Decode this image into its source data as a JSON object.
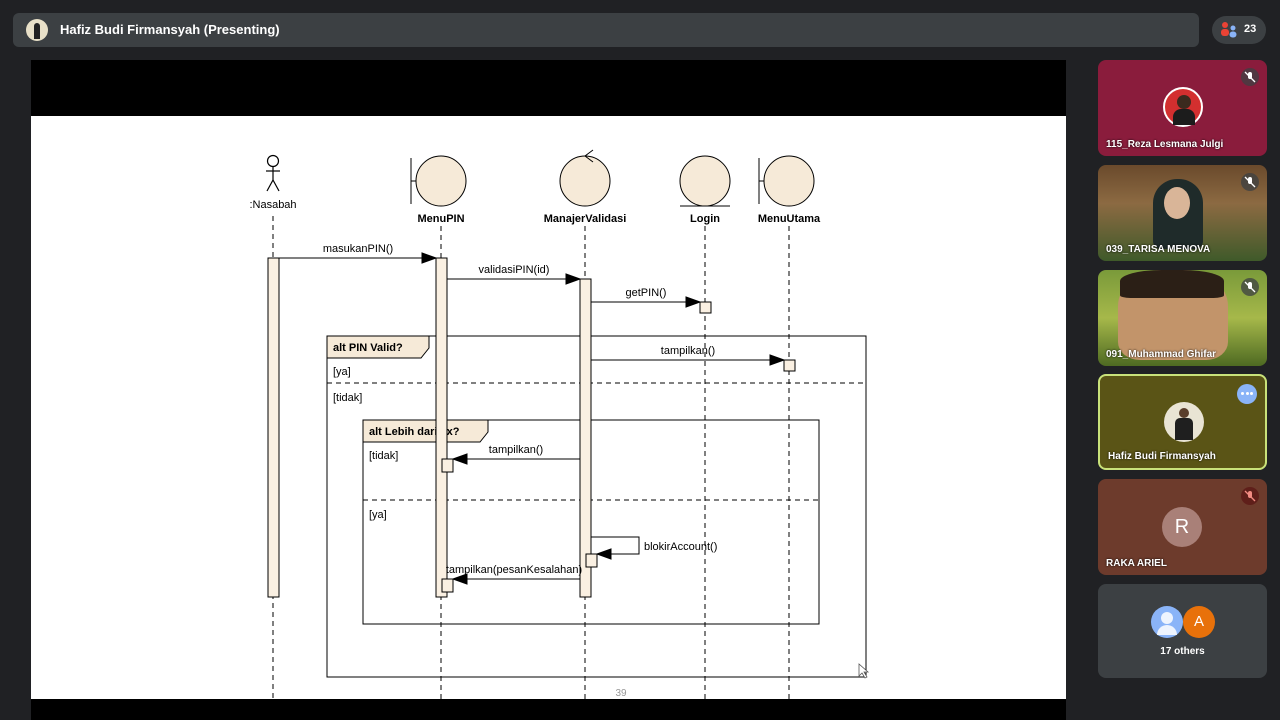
{
  "meeting": {
    "presenter_title": "Hafiz Budi Firmansyah (Presenting)",
    "participant_count": "23"
  },
  "slide": {
    "page_number": "39",
    "lifelines": [
      ":Nasabah",
      "MenuPIN",
      "ManajerValidasi",
      "Login",
      "MenuUtama"
    ],
    "messages": {
      "m1": "masukanPIN()",
      "m2": "validasiPIN(id)",
      "m3": "getPIN()",
      "m4": "tampilkan()",
      "m5": "tampilkan()",
      "m6": "blokirAccount()",
      "m7": "tampilkan(pesanKesalahan)"
    },
    "fragments": {
      "outer_label": "alt PIN Valid?",
      "outer_guard1": "[ya]",
      "outer_guard2": "[tidak]",
      "inner_label": "alt Lebih dari 3x?",
      "inner_guard1": "[tidak]",
      "inner_guard2": "[ya]"
    }
  },
  "participants": [
    {
      "name": "115_Reza Lesmana Julgi",
      "muted": true
    },
    {
      "name": "039_TARISA MENOVA",
      "muted": true
    },
    {
      "name": "091_Muhammad Ghifar",
      "muted": true
    },
    {
      "name": "Hafiz Budi Firmansyah",
      "muted": false
    },
    {
      "name": "RAKA ARIEL",
      "muted": true,
      "initial": "R"
    }
  ],
  "others": {
    "label": "17 others",
    "initial": "A"
  },
  "colors": {
    "lifeline_fill": "#f6ead8",
    "activation_fill": "#faf0e2",
    "accent_tile_border": "#c9e27a"
  }
}
